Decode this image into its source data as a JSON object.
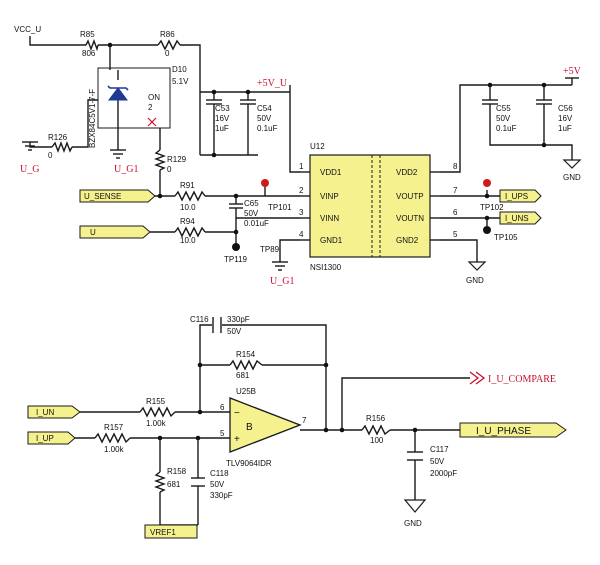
{
  "nets": {
    "vcc_u": "VCC_U",
    "plus5v_u": "+5V_U",
    "plus5v": "+5V",
    "gnd": "GND",
    "u_g": "U_G",
    "u_g1": "U_G1",
    "u_sense": "U_SENSE",
    "u": "U",
    "i_ups": "I_UPS",
    "i_uns": "I_UNS",
    "i_un": "I_UN",
    "i_up": "I_UP",
    "i_u_compare": "I_U_COMPARE",
    "i_u_phase": "I_U_PHASE",
    "vref1": "VREF1"
  },
  "components": {
    "r85": {
      "ref": "R85",
      "value": "806"
    },
    "r86": {
      "ref": "R86",
      "value": "0"
    },
    "d10": {
      "ref": "D10",
      "value": "5.1V",
      "part": "BZX84C5V1-7-F",
      "note": "ON"
    },
    "r126": {
      "ref": "R126",
      "value": "0"
    },
    "r129": {
      "ref": "R129",
      "value": "0"
    },
    "c53": {
      "ref": "C53",
      "voltage": "16V",
      "value": "1uF"
    },
    "c54": {
      "ref": "C54",
      "voltage": "50V",
      "value": "0.1uF"
    },
    "c55": {
      "ref": "C55",
      "voltage": "50V",
      "value": "0.1uF"
    },
    "c56": {
      "ref": "C56",
      "voltage": "16V",
      "value": "1uF"
    },
    "u12": {
      "ref": "U12",
      "part": "NSI1300",
      "pins_left": [
        {
          "num": "1",
          "name": "VDD1"
        },
        {
          "num": "2",
          "name": "VINP"
        },
        {
          "num": "3",
          "name": "VINN"
        },
        {
          "num": "4",
          "name": "GND1"
        }
      ],
      "pins_right": [
        {
          "num": "8",
          "name": "VDD2"
        },
        {
          "num": "7",
          "name": "VOUTP"
        },
        {
          "num": "6",
          "name": "VOUTN"
        },
        {
          "num": "5",
          "name": "GND2"
        }
      ]
    },
    "r91": {
      "ref": "R91",
      "value": "10.0"
    },
    "r94": {
      "ref": "R94",
      "value": "10.0"
    },
    "c65": {
      "ref": "C65",
      "voltage": "50V",
      "value": "0.01uF"
    },
    "tp101": {
      "ref": "TP101"
    },
    "tp102": {
      "ref": "TP102"
    },
    "tp105": {
      "ref": "TP105"
    },
    "tp119": {
      "ref": "TP119"
    },
    "tp89": {
      "ref": "TP89"
    },
    "c116": {
      "ref": "C116",
      "value": "330pF",
      "voltage": "50V"
    },
    "r154": {
      "ref": "R154",
      "value": "681"
    },
    "r155": {
      "ref": "R155",
      "value": "1.00k"
    },
    "r157": {
      "ref": "R157",
      "value": "1.00k"
    },
    "r158": {
      "ref": "R158",
      "value": "681"
    },
    "c118": {
      "ref": "C118",
      "voltage": "50V",
      "value": "330pF"
    },
    "u25b": {
      "ref": "U25B",
      "part": "TLV9064IDR",
      "pin_neg": "6",
      "pin_pos": "5",
      "pin_out": "7",
      "mark_neg": "B",
      "mark_pos": "+",
      "mark_minus": "−"
    },
    "r156": {
      "ref": "R156",
      "value": "100"
    },
    "c117": {
      "ref": "C117",
      "voltage": "50V",
      "value": "2000pF"
    }
  }
}
